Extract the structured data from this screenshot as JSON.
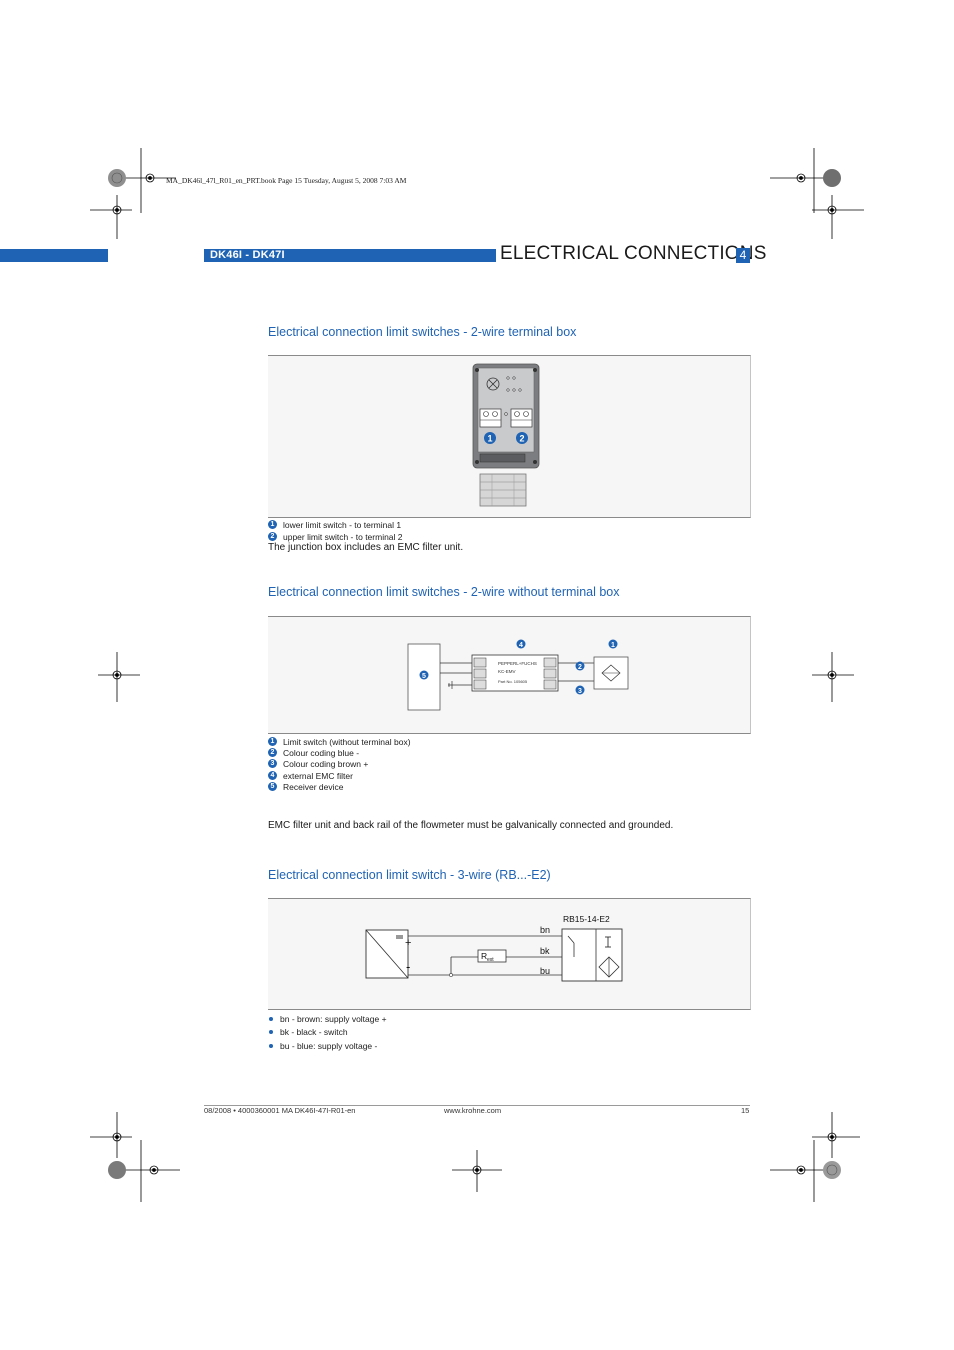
{
  "print_info": "MA_DK46l_47l_R01_en_PRT.book  Page 15  Tuesday, August 5, 2008  7:03 AM",
  "header": {
    "product": "DK46I - DK47I",
    "title": "ELECTRICAL CONNECTIONS",
    "chapter": "4"
  },
  "section1": {
    "heading": "Electrical connection limit switches - 2-wire terminal box",
    "figure_markers": [
      "1",
      "2"
    ],
    "legend": [
      {
        "num": "1",
        "text": "lower limit switch - to terminal 1"
      },
      {
        "num": "2",
        "text": "upper limit switch - to terminal 2"
      }
    ],
    "note": "The junction box includes an EMC filter unit."
  },
  "section2": {
    "heading": "Electrical connection limit switches - 2-wire without terminal box",
    "figure": {
      "markers": [
        "4",
        "1",
        "5",
        "2",
        "3"
      ],
      "filter_brand": "PEPPERL+FUCHS",
      "filter_model": "KC-EMV",
      "filter_part": "Part No.  105605"
    },
    "legend": [
      {
        "num": "1",
        "text": "Limit switch (without terminal  box)"
      },
      {
        "num": "2",
        "text": "Colour coding blue -"
      },
      {
        "num": "3",
        "text": "Colour coding brown +"
      },
      {
        "num": "4",
        "text": "external EMC filter"
      },
      {
        "num": "5",
        "text": "Receiver device"
      }
    ],
    "note": "EMC filter unit and back rail of the flowmeter must be galvanically connected and grounded."
  },
  "section3": {
    "heading": "Electrical connection limit switch - 3-wire (RB...-E2)",
    "figure": {
      "device": "RB15-14-E2",
      "plus": "+",
      "minus": "-",
      "wires": [
        "bn",
        "bk",
        "bu"
      ],
      "resistor": "R",
      "resistor_sub": "ext"
    },
    "bullets": [
      "bn - brown: supply voltage +",
      "bk - black - switch",
      "bu - blue: supply voltage  -"
    ]
  },
  "footer": {
    "left": "08/2008 • 4000360001   MA DK46I-47I-R01-en",
    "center": "www.krohne.com",
    "page": "15"
  },
  "colors": {
    "accent": "#1f63b4"
  }
}
